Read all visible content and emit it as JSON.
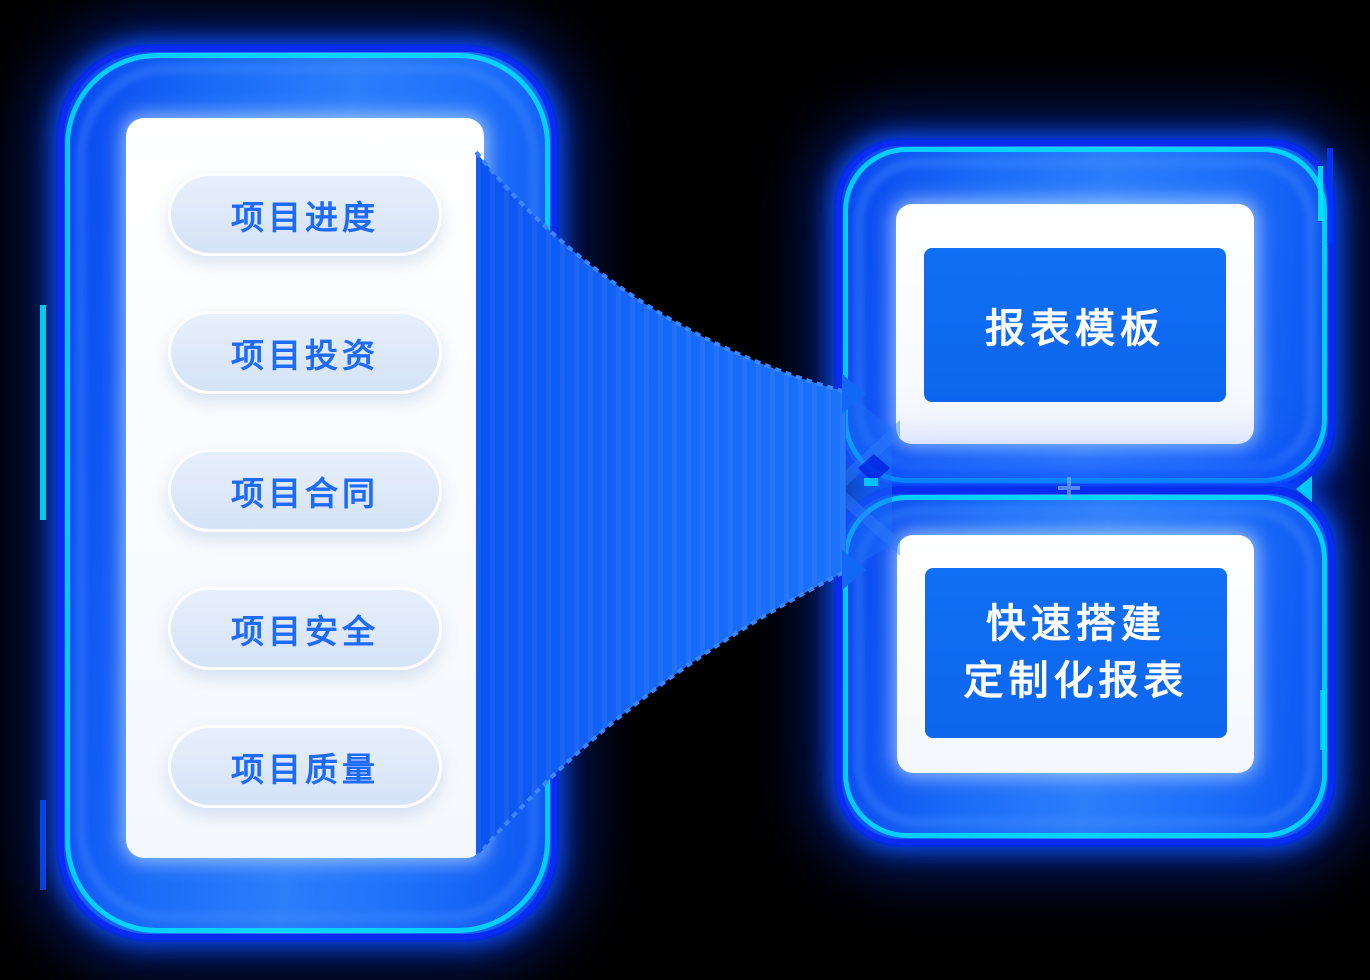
{
  "diagram": {
    "source_panel": {
      "items": [
        {
          "label": "项目进度"
        },
        {
          "label": "项目投资"
        },
        {
          "label": "项目合同"
        },
        {
          "label": "项目安全"
        },
        {
          "label": "项目质量"
        }
      ]
    },
    "targets": {
      "templates": {
        "label": "报表模板"
      },
      "custom": {
        "lines": [
          "快速搭建",
          "定制化报表"
        ]
      }
    },
    "colors": {
      "background": "#000000",
      "primary_blue": "#0d6cf3",
      "glow_blue": "#0a50ff",
      "cyan_accent": "#00eaff",
      "pill_fill": "#d9e6f8",
      "pill_text": "#1e6bfb",
      "chip_text": "#ffffff",
      "card_white": "#ffffff"
    }
  }
}
